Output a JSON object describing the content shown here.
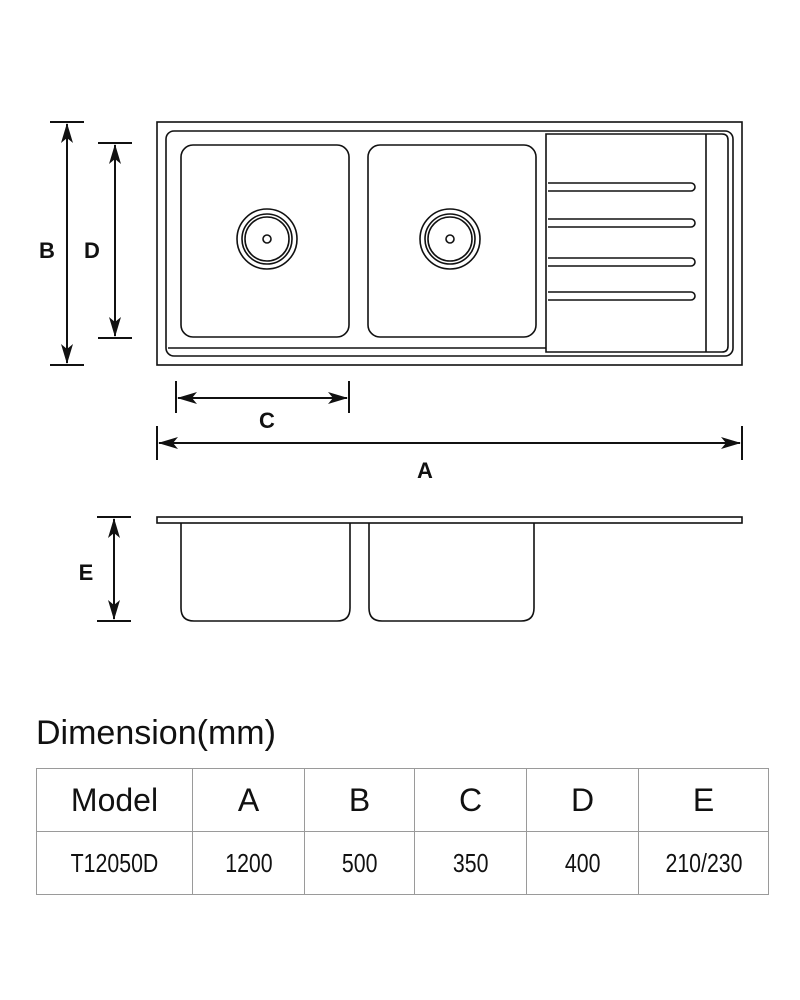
{
  "diagram": {
    "labels": {
      "a": "A",
      "b": "B",
      "c": "C",
      "d": "D",
      "e": "E"
    }
  },
  "heading": "Dimension(mm)",
  "table": {
    "headers": [
      "Model",
      "A",
      "B",
      "C",
      "D",
      "E"
    ],
    "rows": [
      [
        "T12050D",
        "1200",
        "500",
        "350",
        "400",
        "210/230"
      ]
    ]
  }
}
